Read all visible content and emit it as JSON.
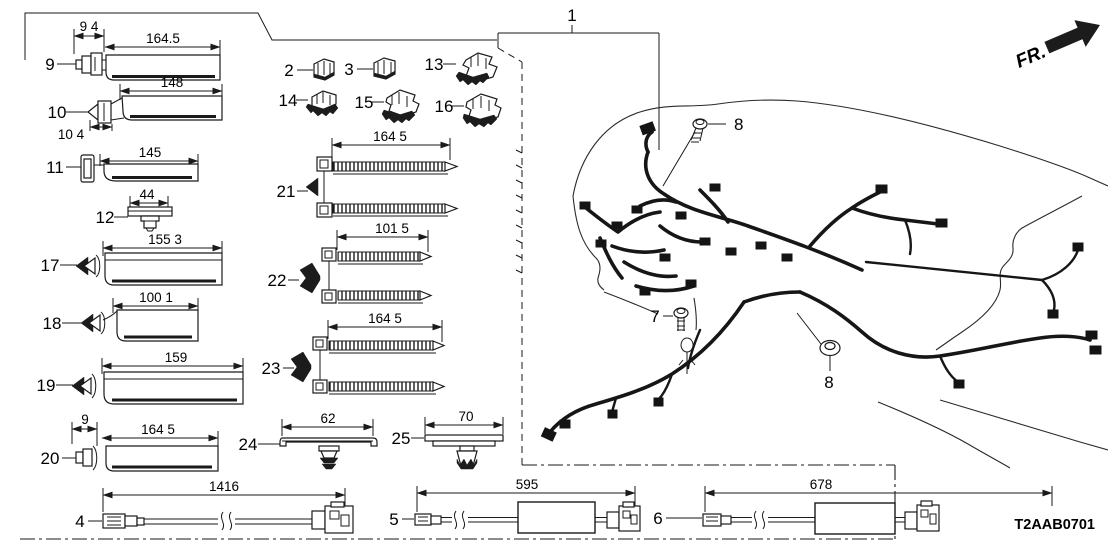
{
  "meta": {
    "figure_code": "T2AAB0701",
    "fr_label": "FR."
  },
  "callouts": {
    "c1": "1",
    "c2": "2",
    "c3": "3",
    "c4": "4",
    "c5": "5",
    "c6": "6",
    "c7": "7",
    "c8_top": "8",
    "c8_bottom": "8",
    "c9": "9",
    "c10": "10",
    "c11": "11",
    "c12": "12",
    "c13": "13",
    "c14": "14",
    "c15": "15",
    "c16": "16",
    "c17": "17",
    "c18": "18",
    "c19": "19",
    "c20": "20",
    "c21": "21",
    "c22": "22",
    "c23": "23",
    "c24": "24",
    "c25": "25"
  },
  "dimensions": {
    "p9_offset": "9 4",
    "p9_length": "164.5",
    "p10_length": "148",
    "p10_offset": "10 4",
    "p11_length": "145",
    "p12_length": "44",
    "p17_length": "155 3",
    "p18_length": "100 1",
    "p19_length": "159",
    "p20_offset": "9",
    "p20_length": "164 5",
    "p21_length": "164 5",
    "p22_length": "101 5",
    "p23_length": "164 5",
    "p24_length": "62",
    "p25_length": "70",
    "p4_length": "1416",
    "p5_length": "595",
    "p6_length": "678"
  }
}
